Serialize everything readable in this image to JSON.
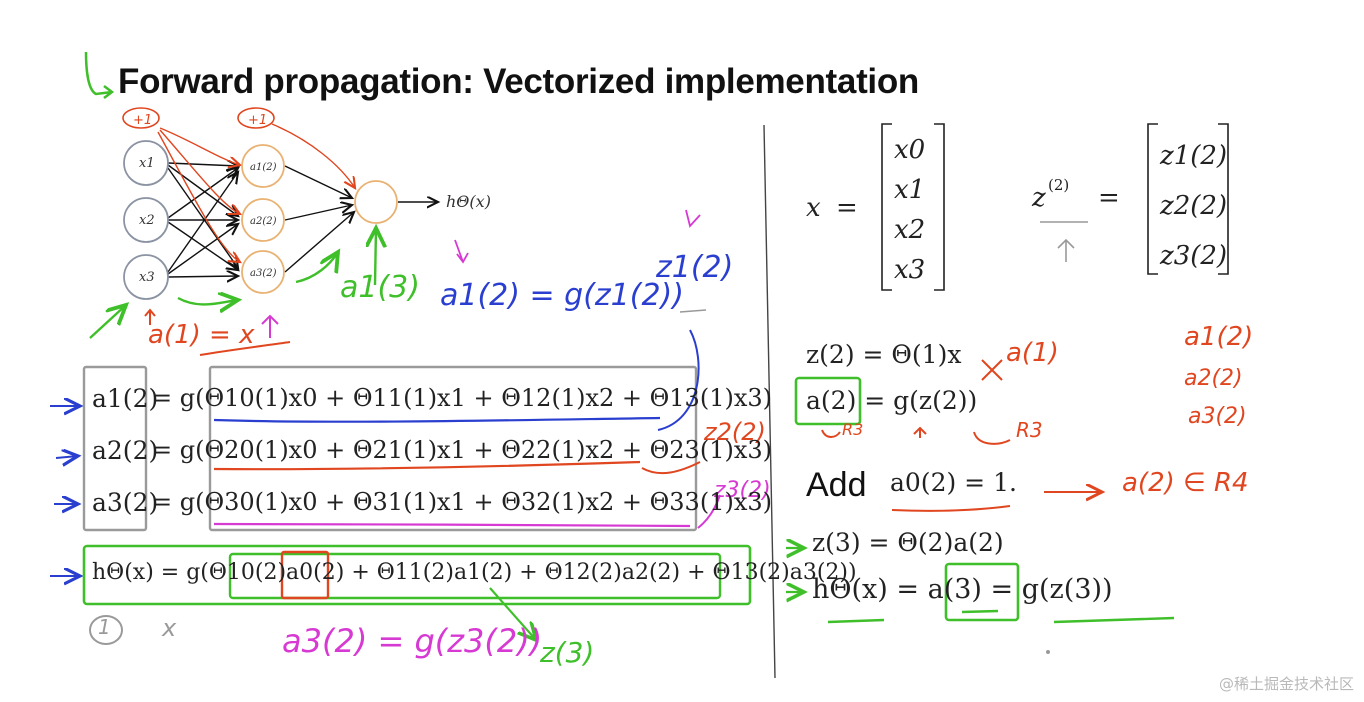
{
  "slide": {
    "title": "Forward propagation: Vectorized implementation",
    "watermark": "@稀土掘金技术社区"
  },
  "network": {
    "bias_labels": [
      "+1",
      "+1"
    ],
    "input_nodes": [
      "x1",
      "x2",
      "x3"
    ],
    "hidden_nodes": [
      "a1(2)",
      "a2(2)",
      "a3(2)"
    ],
    "output_label": "hΘ(x)"
  },
  "equations": {
    "hidden_lhs": [
      "a1(2)",
      "a2(2)",
      "a3(2)"
    ],
    "hidden_rhs": [
      "= g(Θ10(1)x0 + Θ11(1)x1 + Θ12(1)x2 + Θ13(1)x3)",
      "= g(Θ20(1)x0 + Θ21(1)x1 + Θ22(1)x2 + Θ23(1)x3)",
      "= g(Θ30(1)x0 + Θ31(1)x1 + Θ32(1)x2 + Θ33(1)x3)"
    ],
    "output_eq": "hΘ(x) = g(Θ10(2)a0(2) + Θ11(2)a1(2) + Θ12(2)a2(2) + Θ13(2)a3(2))"
  },
  "right_panel": {
    "x_vector": [
      "x0",
      "x1",
      "x2",
      "x3"
    ],
    "z_vector": [
      "z1(2)",
      "z2(2)",
      "z3(2)"
    ],
    "z2_eq": "z(2) = Θ(1)x",
    "a2_eq": "a(2) = g(z(2))",
    "add_text": "Add",
    "add_eq": "a0(2) = 1.",
    "z3_eq": "z(3) = Θ(2)a(2)",
    "h_eq": "hΘ(x) = a(3) = g(z(3))"
  },
  "annotations": {
    "a1_eq_x": "a(1) = x",
    "a3_1": "a1(3)",
    "a_eq_g_z": "a1(2) = g(z1(2))",
    "z_1_2": "z1(2)",
    "z_2_2": "z2(2)",
    "z_3_2": "z3(2)",
    "a3_eq_g_z3": "a3(2) = g(z3(2))",
    "z3_label": "z(3)",
    "a1_red": "a(1)",
    "R3_a": "R3",
    "R3_b": "R3",
    "a2_in_R4": "a(2) ∈ R4",
    "a_list": [
      "a1(2)",
      "a2(2)",
      "a3(2)"
    ],
    "bias_one": "1",
    "bias_x": "x"
  },
  "colors": {
    "red": "#e0461f",
    "green": "#3fbf2a",
    "blue": "#2a3fcf",
    "magenta": "#d63ad3",
    "gray": "#9a9a9a",
    "node_gray": "#8b93a3",
    "node_orange": "#e9b272"
  }
}
